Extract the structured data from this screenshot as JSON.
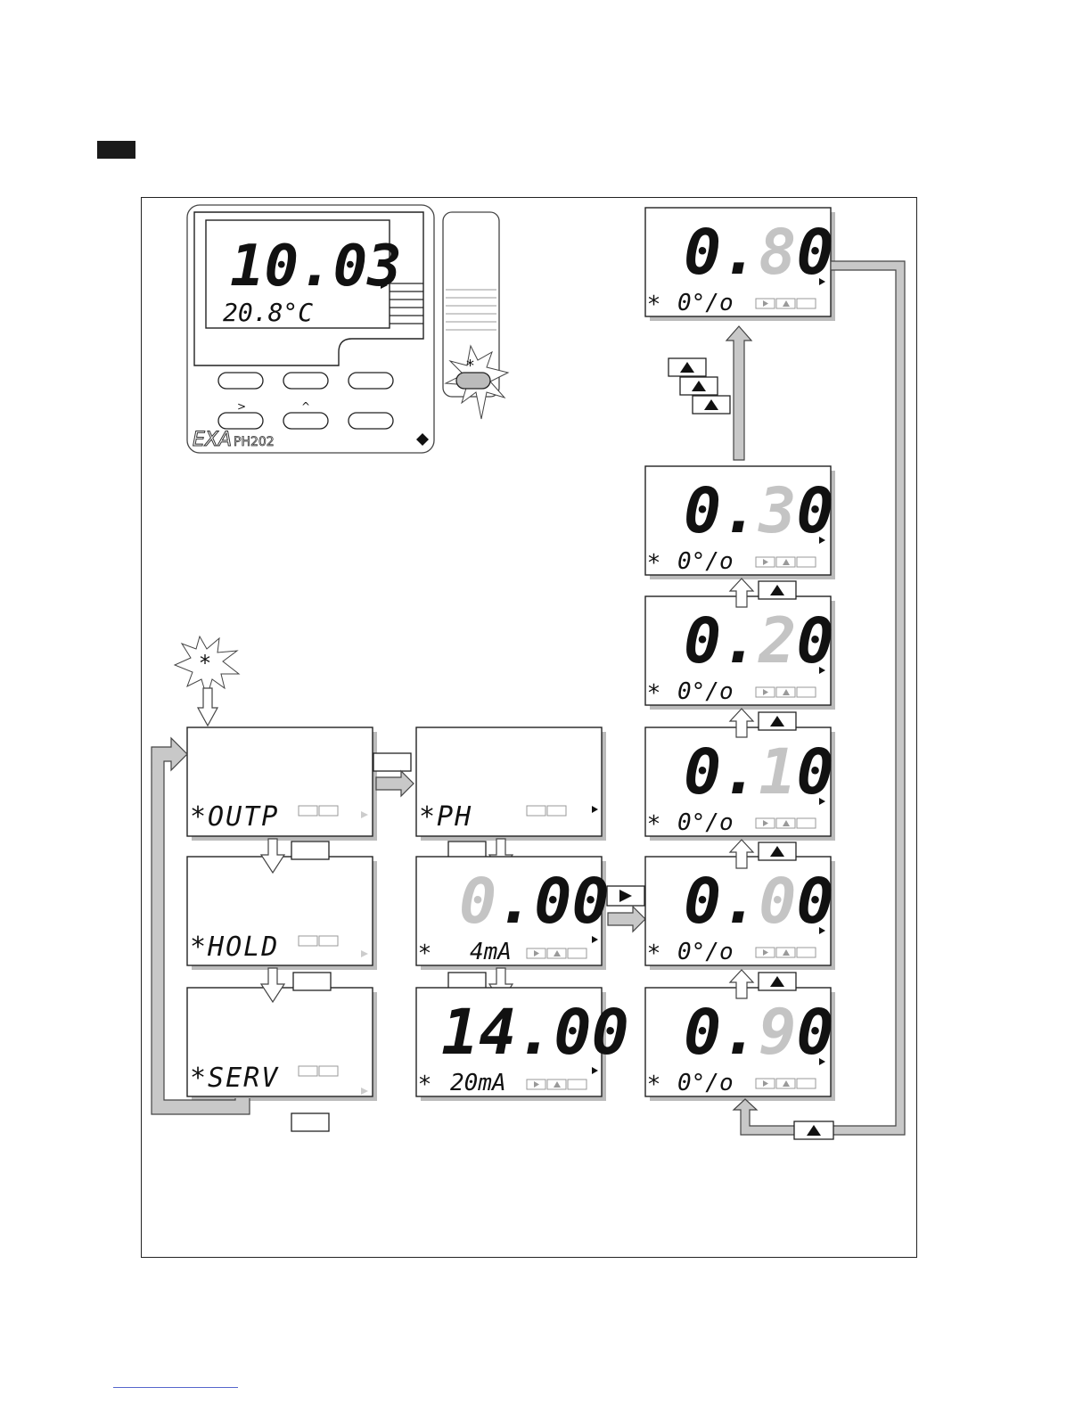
{
  "instrument": {
    "brand": "EXA",
    "model": "PH202",
    "main_value": "10.03",
    "temperature": "20.8°C",
    "key_labels": [
      ">",
      "^"
    ]
  },
  "menu_screens": [
    {
      "label": "*OUTP"
    },
    {
      "label": "*HOLD"
    },
    {
      "label": "*SERV"
    }
  ],
  "ph_screen": {
    "label": "*PH"
  },
  "range_screens": [
    {
      "value_dim": "0",
      "value_rest": ".00",
      "unit": "4mA"
    },
    {
      "value_dim": "",
      "value_rest": "14.00",
      "unit": "20mA"
    }
  ],
  "percent_screens": [
    {
      "pre": "0.",
      "dim": "8",
      "post": "0",
      "unit": "0°/o"
    },
    {
      "pre": "0.",
      "dim": "3",
      "post": "0",
      "unit": "0°/o"
    },
    {
      "pre": "0.",
      "dim": "2",
      "post": "0",
      "unit": "0°/o"
    },
    {
      "pre": "0.",
      "dim": "1",
      "post": "0",
      "unit": "0°/o"
    },
    {
      "pre": "0.",
      "dim": "0",
      "post": "0",
      "unit": "0°/o"
    },
    {
      "pre": "0.",
      "dim": "9",
      "post": "0",
      "unit": "0°/o"
    }
  ],
  "symbols": {
    "star": "*",
    "right": "right-triangle-icon",
    "up": "up-triangle-icon"
  }
}
